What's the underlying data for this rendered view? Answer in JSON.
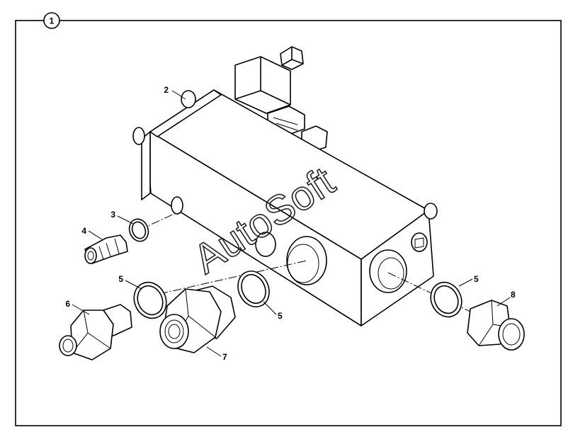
{
  "figure": {
    "view_number": "1",
    "watermark": "AutoSoft",
    "callouts": {
      "c2": "2",
      "c3": "3",
      "c4": "4",
      "c5a": "5",
      "c5b": "5",
      "c5c": "5",
      "c6": "6",
      "c7": "7",
      "c8": "8"
    }
  }
}
